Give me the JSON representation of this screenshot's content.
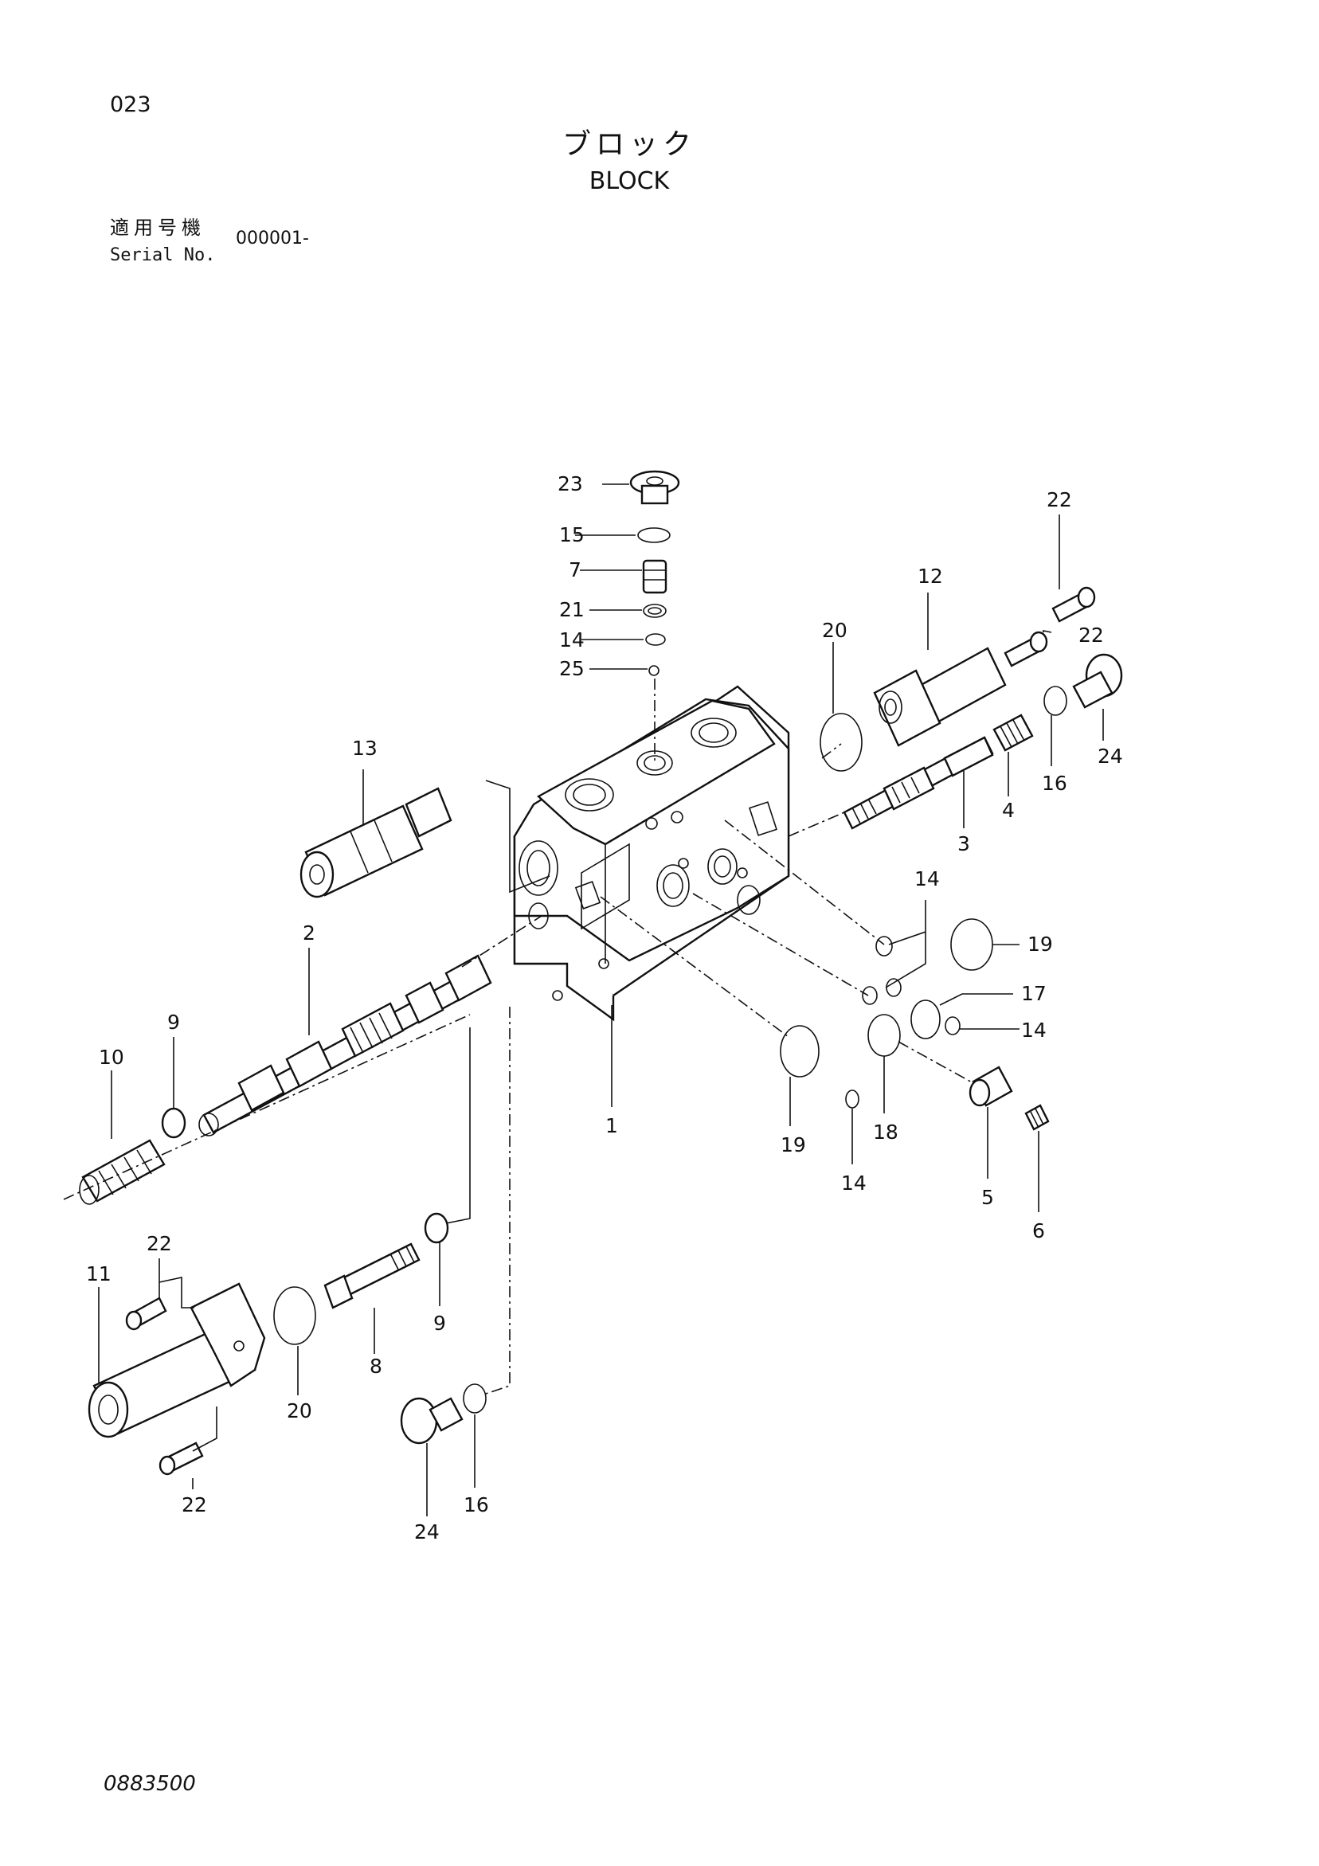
{
  "header": {
    "page_number": "023",
    "title_jp": "ブロック",
    "title_en": "BLOCK",
    "serial_label_jp": "適用号機",
    "serial_label_en": "Serial No.",
    "serial_value": "000001-"
  },
  "footer": {
    "doc_number": "0883500"
  },
  "callouts": {
    "c1": "1",
    "c2": "2",
    "c3": "3",
    "c4": "4",
    "c5": "5",
    "c6": "6",
    "c7": "7",
    "c8": "8",
    "c9a": "9",
    "c9b": "9",
    "c10": "10",
    "c11": "11",
    "c12": "12",
    "c13": "13",
    "c14a": "14",
    "c14b": "14",
    "c14c": "14",
    "c14d": "14",
    "c15": "15",
    "c16a": "16",
    "c16b": "16",
    "c17": "17",
    "c18": "18",
    "c19a": "19",
    "c19b": "19",
    "c20a": "20",
    "c20b": "20",
    "c21": "21",
    "c22a": "22",
    "c22b": "22",
    "c22c": "22",
    "c22d": "22",
    "c23": "23",
    "c24a": "24",
    "c24b": "24",
    "c25": "25"
  }
}
